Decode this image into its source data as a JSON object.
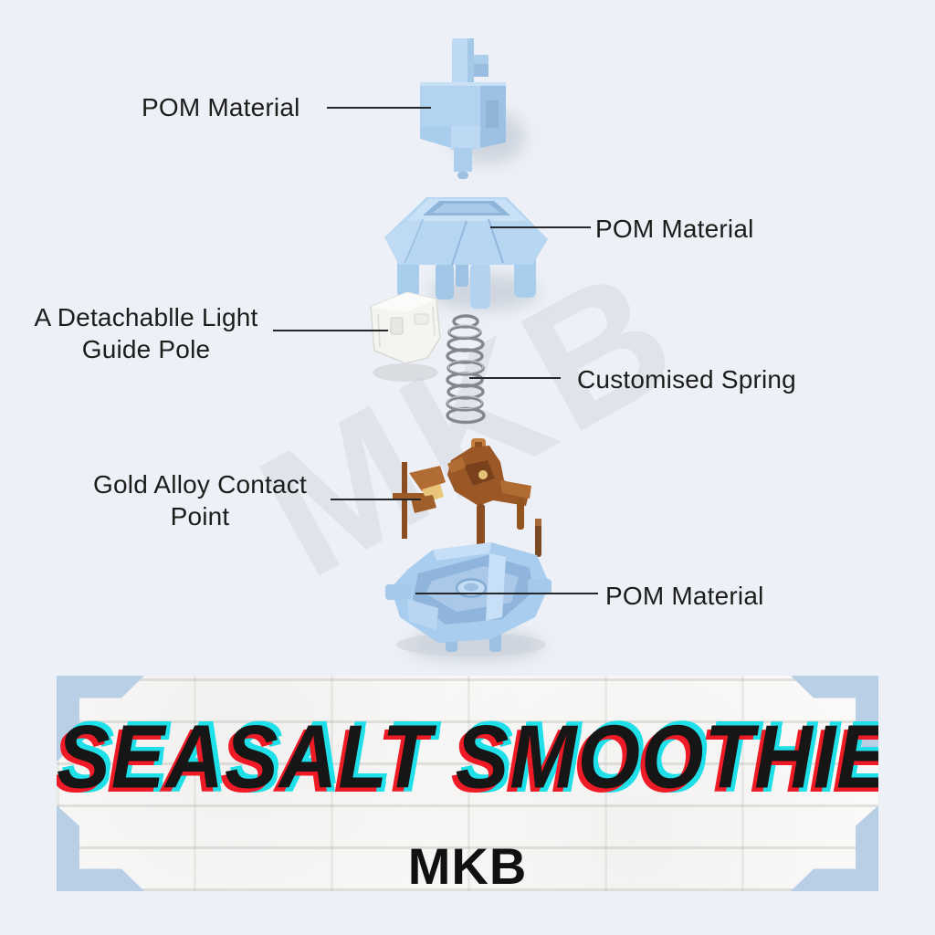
{
  "page": {
    "background_color": "#edf1f7",
    "description": "Exploded view diagram of a mechanical keyboard switch"
  },
  "watermark": {
    "text": "MKB",
    "color": "#dfe3ea"
  },
  "diagram": {
    "callouts": [
      {
        "part": "stem",
        "lines": [
          "POM Material"
        ]
      },
      {
        "part": "top-housing",
        "lines": [
          "POM Material"
        ]
      },
      {
        "part": "light-guide",
        "lines": [
          "A Detachablle Light",
          "Guide Pole"
        ]
      },
      {
        "part": "spring",
        "lines": [
          "Customised Spring"
        ]
      },
      {
        "part": "contact-point",
        "lines": [
          "Gold Alloy Contact",
          "Point"
        ]
      },
      {
        "part": "bottom-housing",
        "lines": [
          "POM Material"
        ]
      }
    ],
    "parts": [
      {
        "name": "stem",
        "color": "#b3d4f0"
      },
      {
        "name": "top-housing",
        "color": "#b6d6f2"
      },
      {
        "name": "light-guide-pole",
        "color": "#f4f4f1"
      },
      {
        "name": "spring",
        "color": "#82878d"
      },
      {
        "name": "contact-leaves",
        "color": "#9b5826"
      },
      {
        "name": "bottom-housing",
        "color": "#a9cdee"
      }
    ]
  },
  "banner": {
    "title": "SEASALT SMOOTHIE",
    "subtitle": "MKB",
    "title_color": "#161616",
    "shadow_cyan": "#1fe0e9",
    "shadow_red": "#ee1b26",
    "corner_color": "#b9cfe6"
  }
}
